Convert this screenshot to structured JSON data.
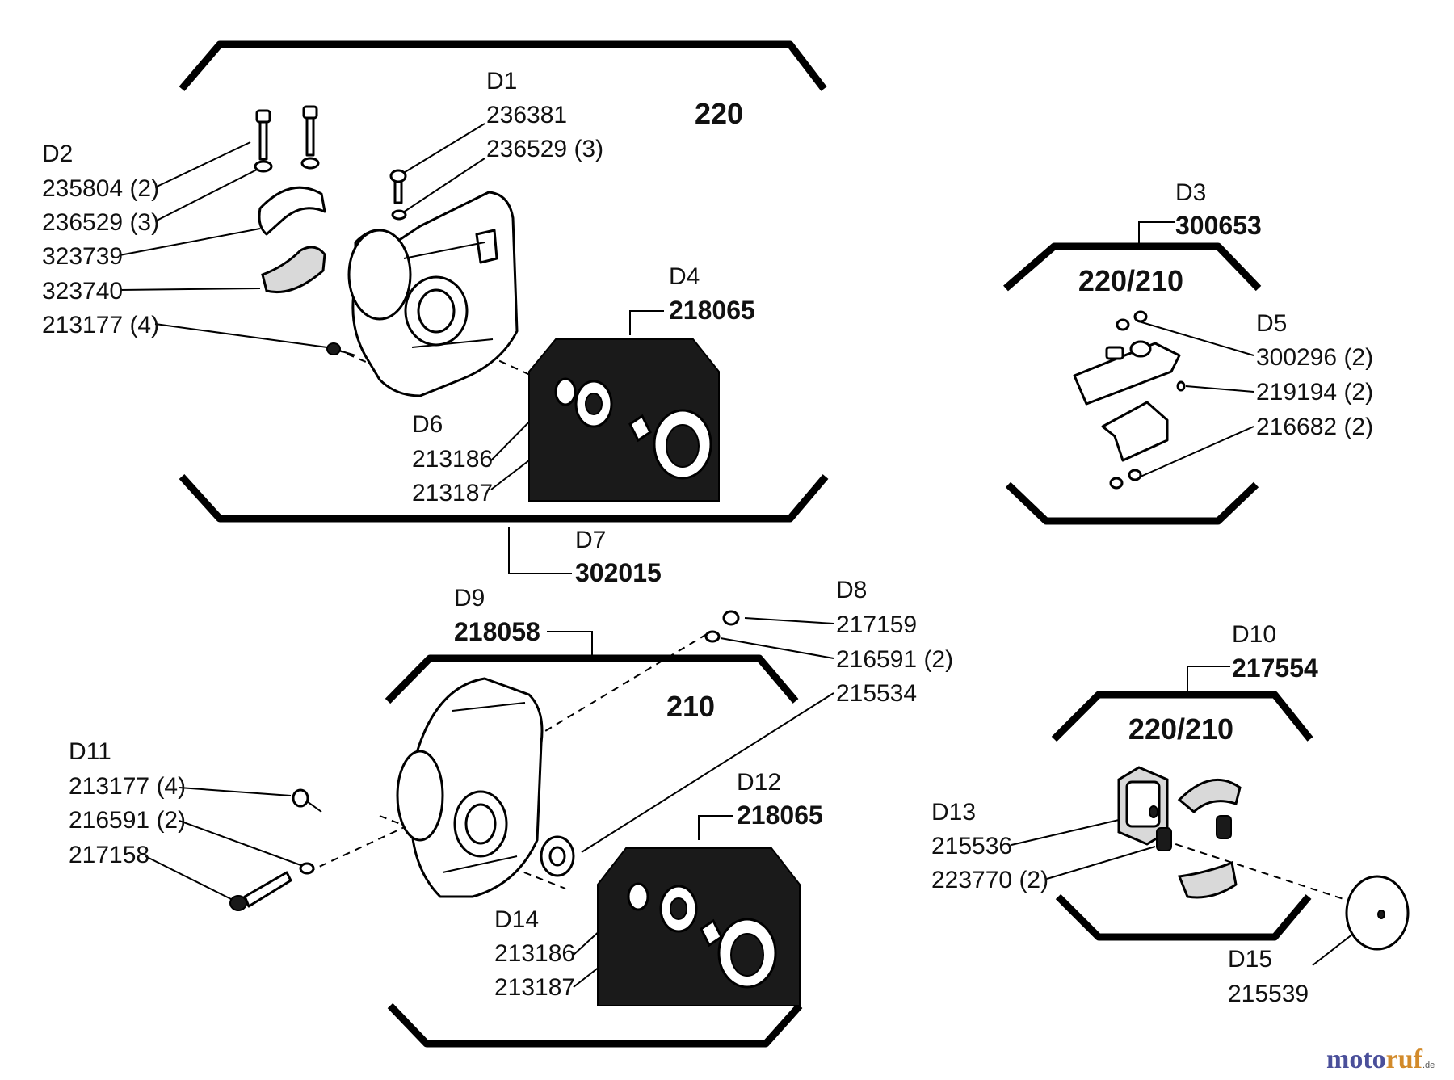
{
  "groups": {
    "g220": "220",
    "g220_210_a": "220/210",
    "g210": "210",
    "g220_210_b": "220/210"
  },
  "callouts": {
    "D1": {
      "ref": "D1",
      "parts": [
        "236381",
        "236529 (3)"
      ]
    },
    "D2": {
      "ref": "D2",
      "parts": [
        "235804 (2)",
        "236529 (3)",
        "323739",
        "323740",
        "213177 (4)"
      ]
    },
    "D3": {
      "ref": "D3",
      "number": "300653"
    },
    "D4": {
      "ref": "D4",
      "number": "218065"
    },
    "D5": {
      "ref": "D5",
      "parts": [
        "300296 (2)",
        "219194 (2)",
        "216682 (2)"
      ]
    },
    "D6": {
      "ref": "D6",
      "parts": [
        "213186",
        "213187"
      ]
    },
    "D7": {
      "ref": "D7",
      "number": "302015"
    },
    "D8": {
      "ref": "D8",
      "parts": [
        "217159",
        "216591 (2)",
        "215534"
      ]
    },
    "D9": {
      "ref": "D9",
      "number": "218058"
    },
    "D10": {
      "ref": "D10",
      "number": "217554"
    },
    "D11": {
      "ref": "D11",
      "parts": [
        "213177 (4)",
        "216591 (2)",
        "217158"
      ]
    },
    "D12": {
      "ref": "D12",
      "number": "218065"
    },
    "D13": {
      "ref": "D13",
      "parts": [
        "215536",
        "223770 (2)"
      ]
    },
    "D14": {
      "ref": "D14",
      "parts": [
        "213186",
        "213187"
      ]
    },
    "D15": {
      "ref": "D15",
      "parts": [
        "215539"
      ]
    }
  },
  "watermark": {
    "a": "moto",
    "b": "ruf",
    "c": ".de"
  }
}
